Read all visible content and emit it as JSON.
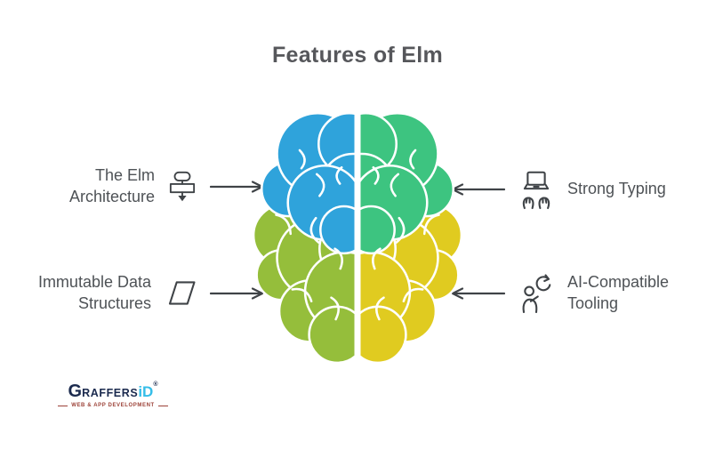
{
  "title": "Features of Elm",
  "features": [
    {
      "label": "The Elm Architecture",
      "icon": "flowchart-icon",
      "side": "left",
      "target_quadrant": "blue"
    },
    {
      "label": "Strong Typing",
      "icon": "laptop-typing-icon",
      "side": "right",
      "target_quadrant": "green"
    },
    {
      "label": "Immutable Data Structures",
      "icon": "parallelogram-icon",
      "side": "left",
      "target_quadrant": "lime"
    },
    {
      "label": "AI-Compatible Tooling",
      "icon": "person-sync-icon",
      "side": "right",
      "target_quadrant": "yellow"
    }
  ],
  "logo": {
    "g": "G",
    "raffers": "RAFFERS",
    "id": "iD",
    "reg": "®",
    "tagline": "WEB & APP DEVELOPMENT"
  },
  "colors": {
    "blue": "#2FA3DB",
    "green": "#3DC480",
    "lime": "#95BE3B",
    "yellow": "#E0CB20",
    "ink": "#3F4347",
    "text": "#4E5256",
    "title": "#56575B",
    "navy": "#1B2A4E",
    "cyan": "#35BDE8",
    "tagred": "#9C4238"
  }
}
